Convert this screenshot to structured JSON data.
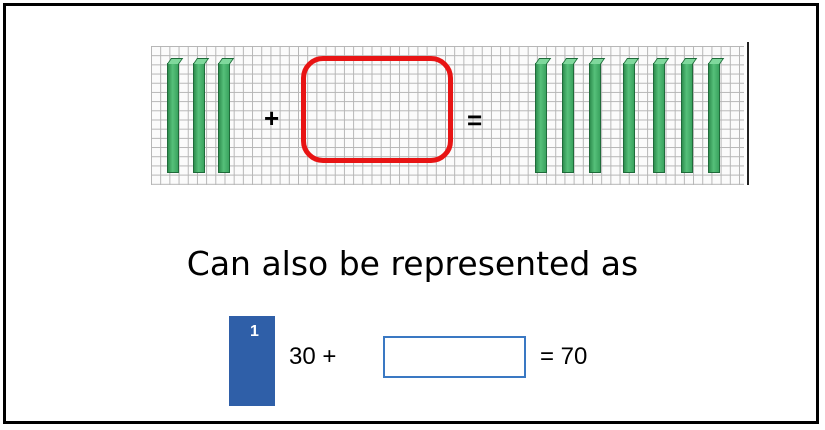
{
  "diagram": {
    "left_tens_count": 3,
    "result_tens_count": 7,
    "plus_sign": "+",
    "equals_sign": "=",
    "rod_color": "#3aa35f",
    "missing_box_color": "#e81414"
  },
  "caption": "Can also be represented as",
  "equation": {
    "question_number": "1",
    "left_text": "30 +",
    "answer_value": "",
    "right_text": "= 70",
    "badge_color": "#2f5fa8",
    "answer_box_color": "#3a78c3"
  }
}
